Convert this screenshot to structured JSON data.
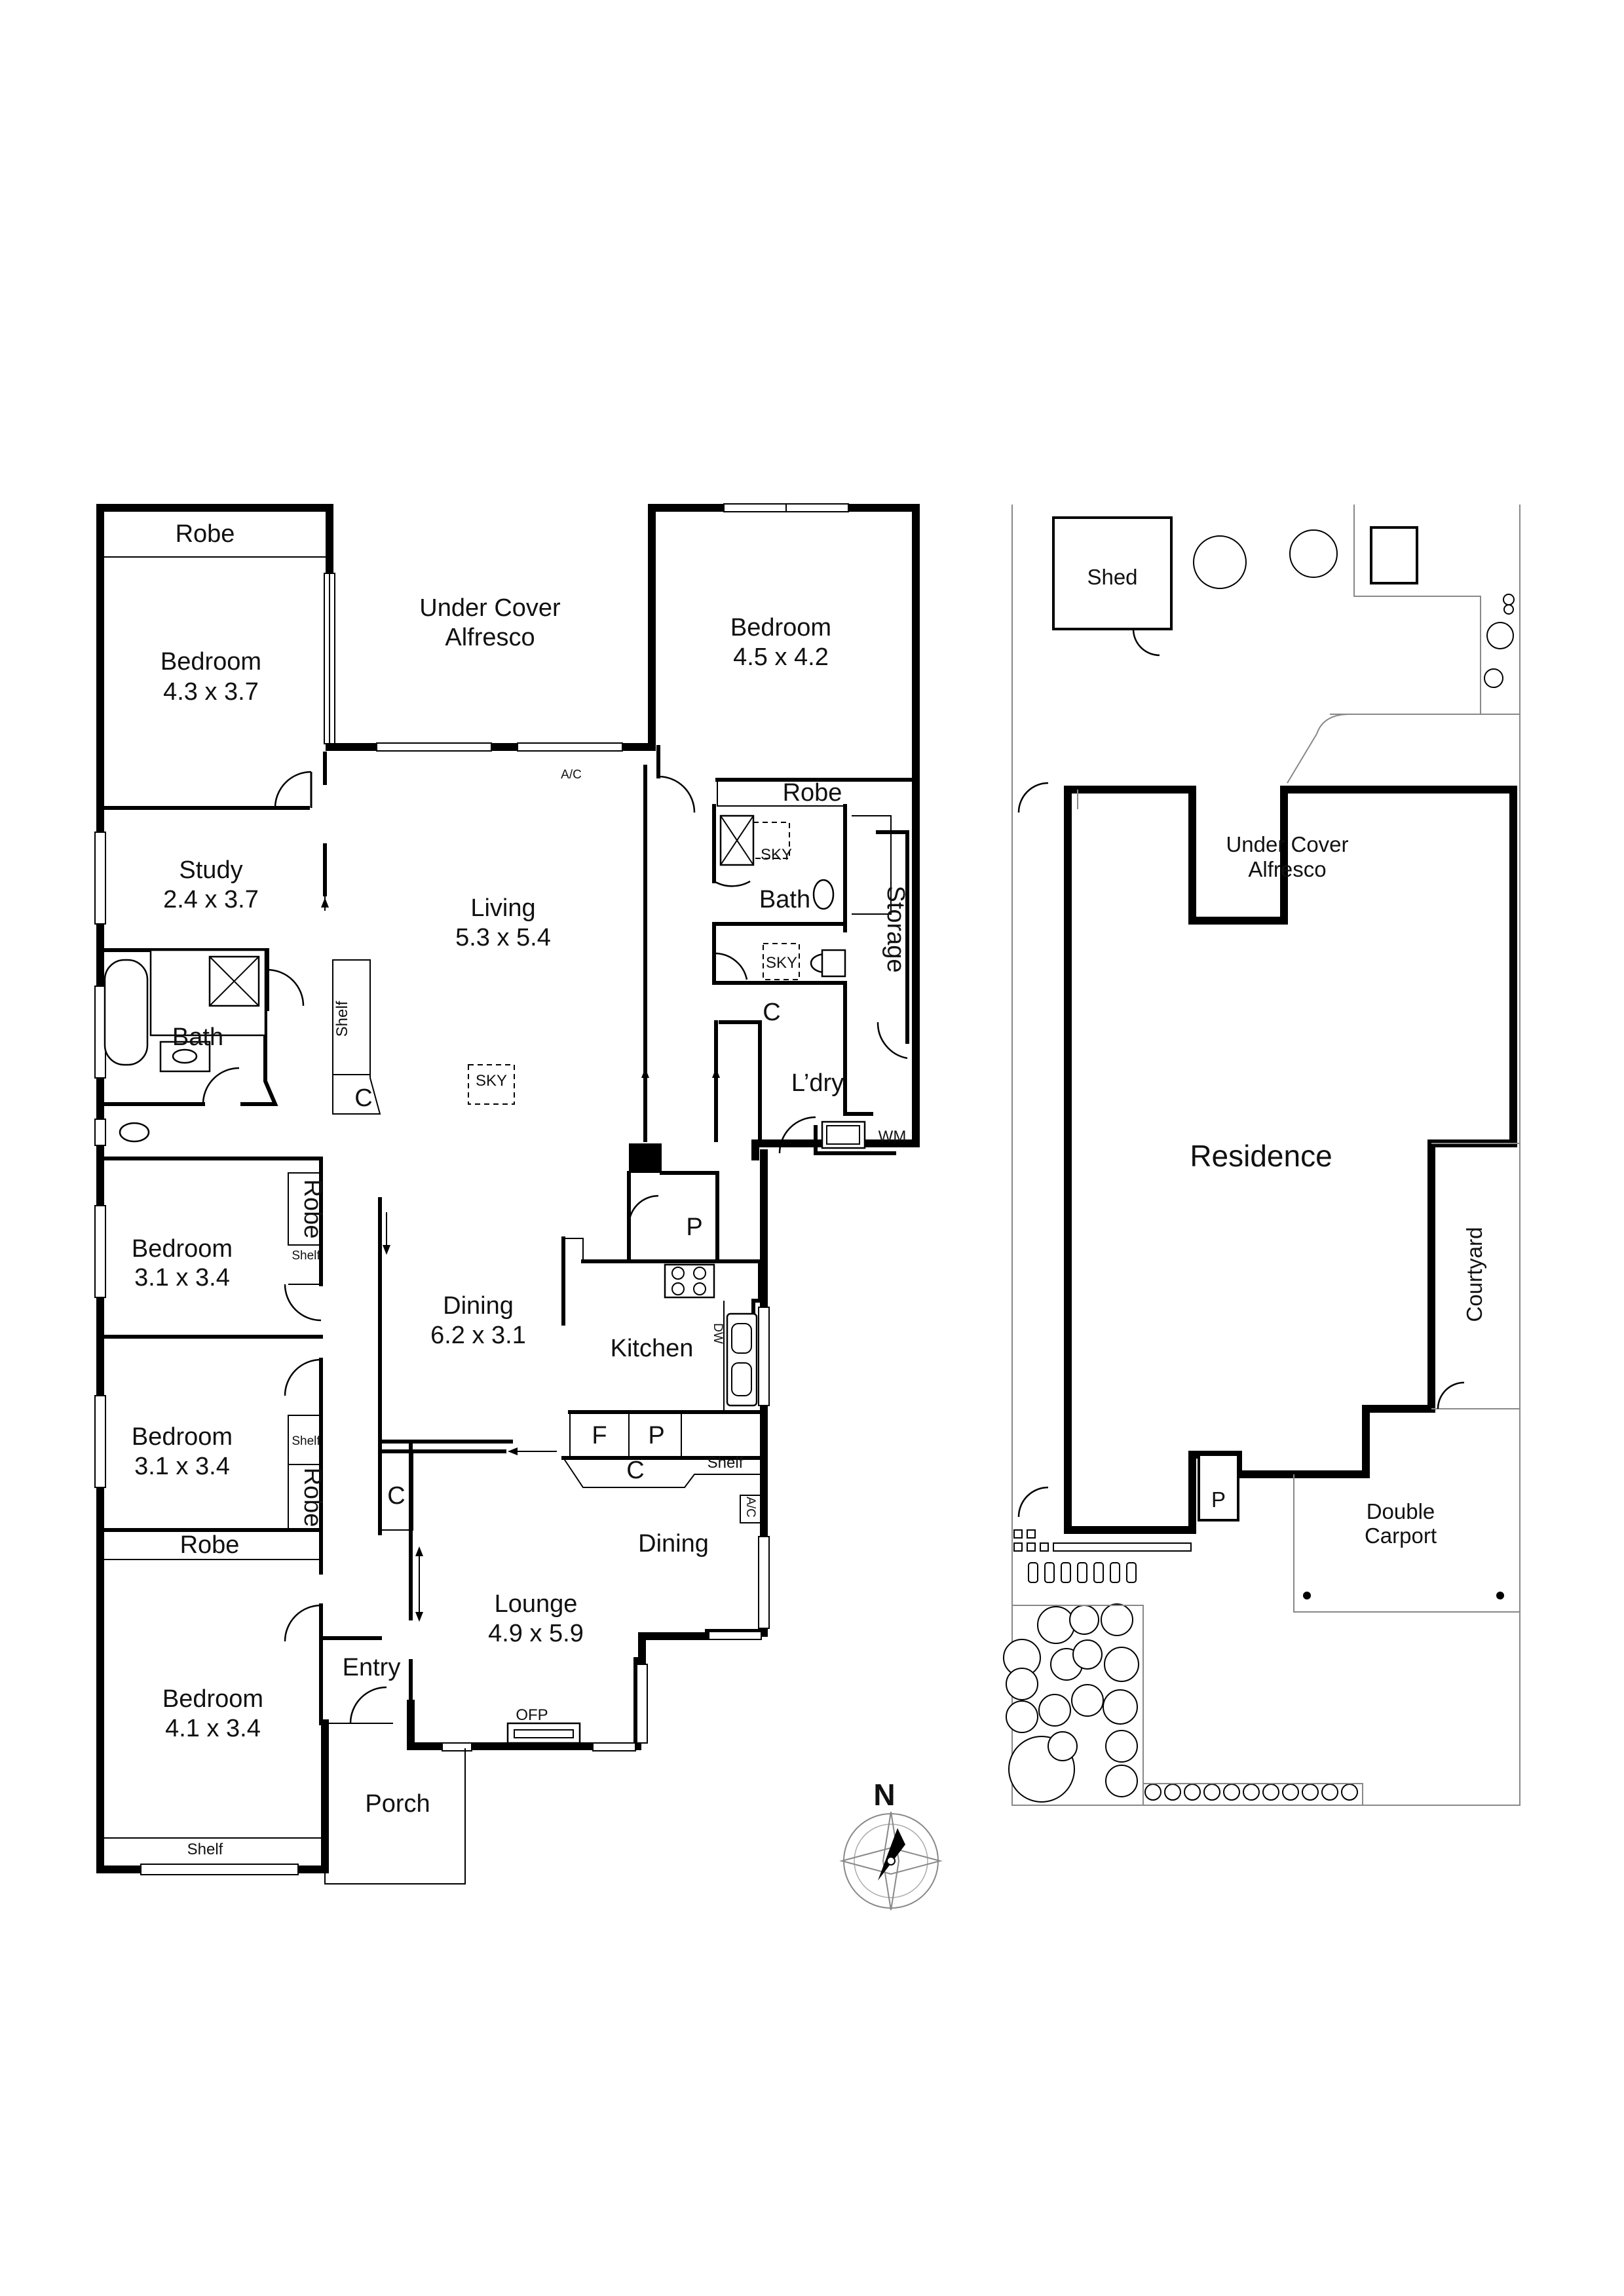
{
  "floor_plan": {
    "rooms": {
      "robe_top_left": "Robe",
      "bedroom_nw": {
        "name": "Bedroom",
        "size": "4.3 x 3.7"
      },
      "alfresco": {
        "line1": "Under Cover",
        "line2": "Alfresco"
      },
      "bedroom_ne": {
        "name": "Bedroom",
        "size": "4.5 x 4.2"
      },
      "robe_ne": "Robe",
      "study": {
        "name": "Study",
        "size": "2.4 x 3.7"
      },
      "living": {
        "name": "Living",
        "size": "5.3 x 5.4"
      },
      "bath_ne": "Bath",
      "storage": "Storage",
      "bath_w": "Bath",
      "laundry": "L’dry",
      "wm": "WM",
      "bedroom_w1": {
        "name": "Bedroom",
        "size": "3.1 x 3.4"
      },
      "robe_w1": "Robe",
      "bedroom_w2": {
        "name": "Bedroom",
        "size": "3.1 x 3.4"
      },
      "robe_w2": "Robe",
      "dining": {
        "name": "Dining",
        "size": "6.2 x 3.1"
      },
      "kitchen": "Kitchen",
      "dining_small": "Dining",
      "robe_sw": "Robe",
      "lounge": {
        "name": "Lounge",
        "size": "4.9 x 5.9"
      },
      "entry": "Entry",
      "bedroom_sw": {
        "name": "Bedroom",
        "size": "4.1 x 3.4"
      },
      "porch": "Porch"
    },
    "small_labels": {
      "ac_top": "A/C",
      "ac_right": "A/C",
      "sky_bath": "SKY",
      "sky_wc": "SKY",
      "sky_living": "SKY",
      "shelf_hall": "Shelf",
      "shelf_bed1": "Shelf",
      "shelf_bed2": "Shelf",
      "shelf_kitchen": "Shelf",
      "shelf_bottom": "Shelf",
      "dw": "DW",
      "ofp": "OFP",
      "c_hall": "C",
      "c_ne": "C",
      "c_lounge": "C",
      "c_kitchen": "C",
      "p_pantry": "P",
      "f_fridge": "F",
      "p_kitchen": "P"
    },
    "compass": "N"
  },
  "site_plan": {
    "shed": "Shed",
    "alfresco": {
      "line1": "Under Cover",
      "line2": "Alfresco"
    },
    "residence": "Residence",
    "courtyard": "Courtyard",
    "p": "P",
    "carport": {
      "line1": "Double",
      "line2": "Carport"
    }
  }
}
